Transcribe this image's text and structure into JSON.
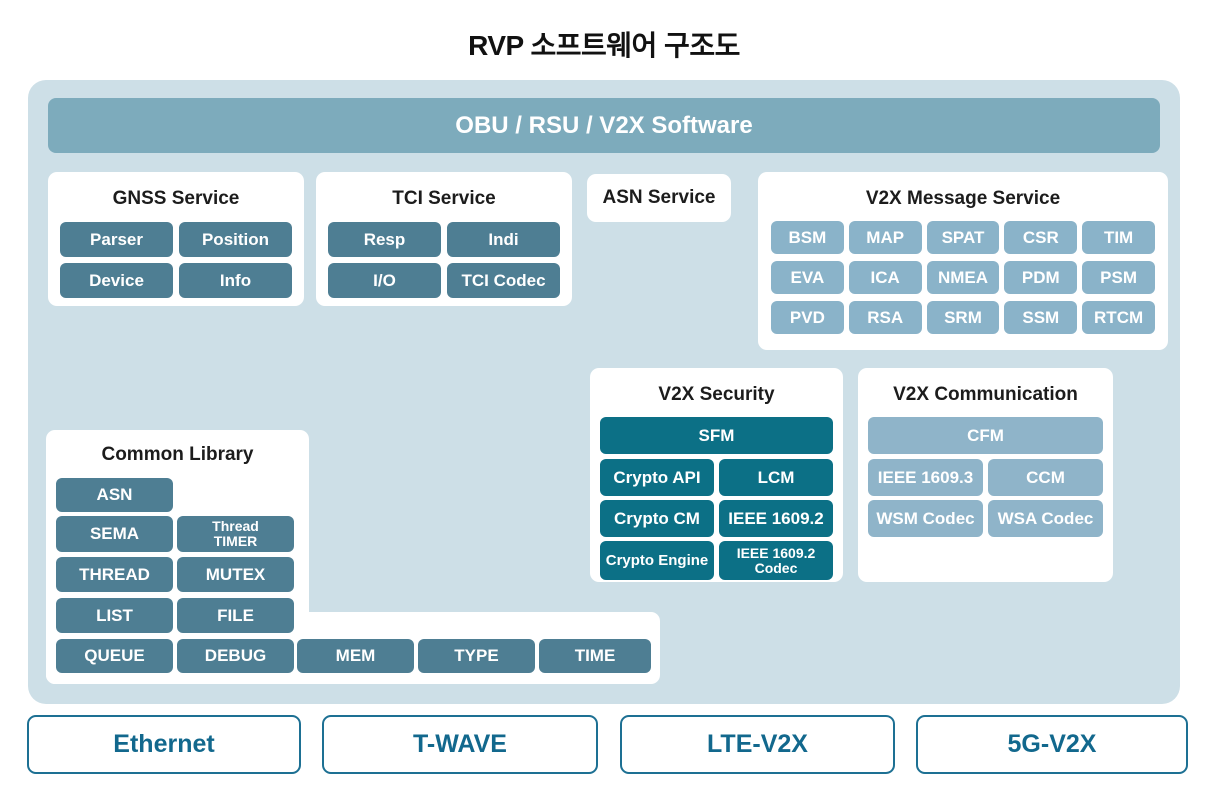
{
  "page_title": "RVP 소프트웨어 구조도",
  "header": {
    "label": "OBU / RSU / V2X Software"
  },
  "colors": {
    "container_bg": "#cddfe7",
    "header_bar": "#7dabbc",
    "slate_module": "#4e7e93",
    "light_module": "#8ab3c9",
    "teal_module": "#0c7086",
    "interface_border": "#1d7093",
    "interface_text": "#12688d"
  },
  "sections": {
    "gnss": {
      "title": "GNSS Service",
      "items": [
        "Parser",
        "Position",
        "Device",
        "Info"
      ]
    },
    "tci": {
      "title": "TCI Service",
      "items": [
        "Resp",
        "Indi",
        "I/O",
        "TCI Codec"
      ]
    },
    "asn": {
      "title": "ASN Service"
    },
    "v2x_message": {
      "title": "V2X Message Service",
      "items": [
        "BSM",
        "MAP",
        "SPAT",
        "CSR",
        "TIM",
        "EVA",
        "ICA",
        "NMEA",
        "PDM",
        "PSM",
        "PVD",
        "RSA",
        "SRM",
        "SSM",
        "RTCM"
      ]
    },
    "v2x_security": {
      "title": "V2X Security",
      "wide_item": "SFM",
      "items": [
        "Crypto API",
        "LCM",
        "Crypto CM",
        "IEEE 1609.2",
        "Crypto Engine",
        "IEEE 1609.2\nCodec"
      ]
    },
    "v2x_communication": {
      "title": "V2X Communication",
      "wide_item": "CFM",
      "items": [
        "IEEE 1609.3",
        "CCM",
        "WSM Codec",
        "WSA Codec"
      ]
    },
    "common_library": {
      "title": "Common Library",
      "items": [
        "ASN",
        "SEMA",
        "Thread\nTIMER",
        "THREAD",
        "MUTEX",
        "LIST",
        "FILE",
        "QUEUE",
        "DEBUG",
        "MEM",
        "TYPE",
        "TIME"
      ]
    }
  },
  "interfaces": [
    "Ethernet",
    "T-WAVE",
    "LTE-V2X",
    "5G-V2X"
  ]
}
